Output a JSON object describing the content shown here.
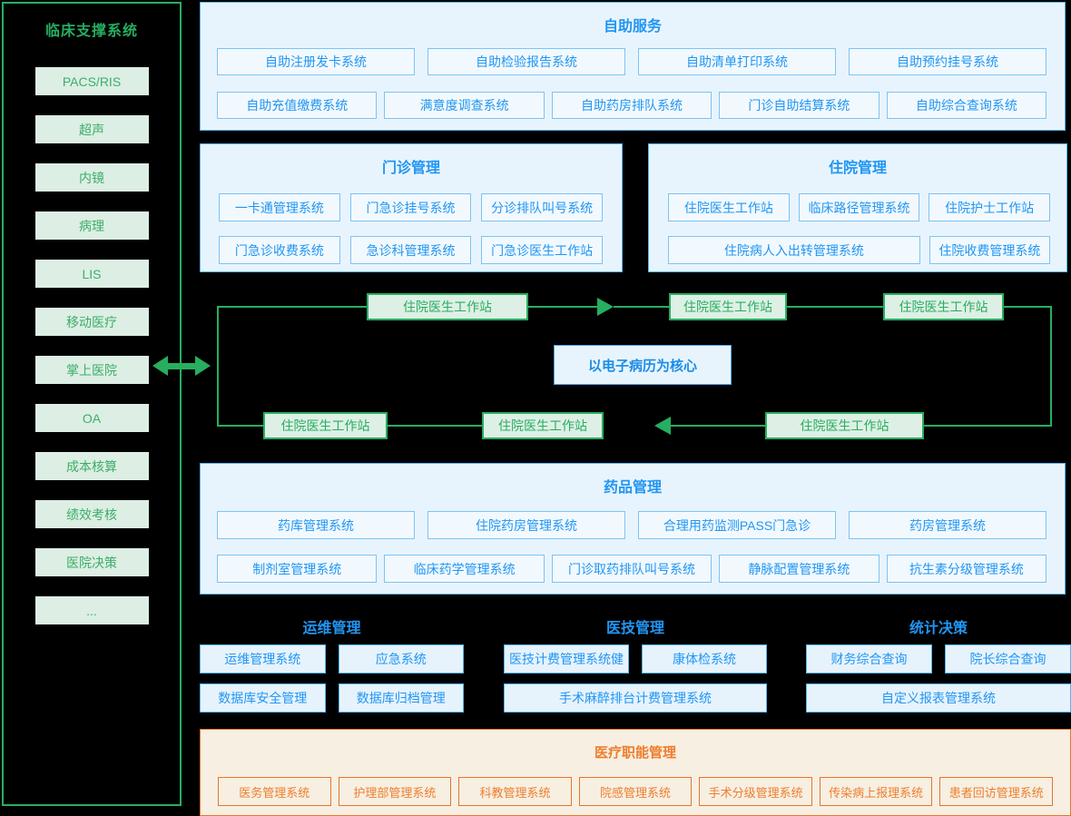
{
  "colors": {
    "background": "#000000",
    "green": "#27ae60",
    "green_box_bg": "#ddeee4",
    "blue": "#2196f3",
    "blue_section_bg": "#e8f4fd",
    "blue_section_border": "#57b5f2",
    "orange": "#ee7e2e",
    "orange_section_bg": "#f7efe1"
  },
  "sidebar": {
    "title": "临床支撑系统",
    "items": [
      "PACS/RIS",
      "超声",
      "内镜",
      "病理",
      "LIS",
      "移动医疗",
      "掌上医院",
      "OA",
      "成本核算",
      "绩效考核",
      "医院决策",
      "..."
    ]
  },
  "self_service": {
    "title": "自助服务",
    "row1": [
      "自助注册发卡系统",
      "自助检验报告系统",
      "自助清单打印系统",
      "自助预约挂号系统"
    ],
    "row2": [
      "自助充值缴费系统",
      "满意度调查系统",
      "自助药房排队系统",
      "门诊自助结算系统",
      "自助综合查询系统"
    ]
  },
  "outpatient": {
    "title": "门诊管理",
    "row1": [
      "一卡通管理系统",
      "门急诊挂号系统",
      "分诊排队叫号系统"
    ],
    "row2": [
      "门急诊收费系统",
      "急诊科管理系统",
      "门急诊医生工作站"
    ]
  },
  "inpatient": {
    "title": "住院管理",
    "row1": [
      "住院医生工作站",
      "临床路径管理系统",
      "住院护士工作站"
    ],
    "row2": [
      "住院病人入出转管理系统",
      "住院收费管理系统"
    ]
  },
  "emr_flow": {
    "center": "以电子病历为核心",
    "top_boxes": [
      "住院医生工作站",
      "住院医生工作站",
      "住院医生工作站"
    ],
    "bottom_boxes": [
      "住院医生工作站",
      "住院医生工作站",
      "住院医生工作站"
    ]
  },
  "pharmacy": {
    "title": "药品管理",
    "row1": [
      "药库管理系统",
      "住院药房管理系统",
      "合理用药监测PASS门急诊",
      "药房管理系统"
    ],
    "row2": [
      "制剂室管理系统",
      "临床药学管理系统",
      "门诊取药排队叫号系统",
      "静脉配置管理系统",
      "抗生素分级管理系统"
    ]
  },
  "ops": {
    "title": "运维管理",
    "row1": [
      "运维管理系统",
      "应急系统"
    ],
    "row2": [
      "数据库安全管理",
      "数据库归档管理"
    ]
  },
  "medtech": {
    "title": "医技管理",
    "row1": [
      "医技计费管理系统健",
      "康体检系统"
    ],
    "row2": [
      "手术麻醉排台计费管理系统"
    ]
  },
  "stats": {
    "title": "统计决策",
    "row1": [
      "财务综合查询",
      "院长综合查询"
    ],
    "row2": [
      "自定义报表管理系统"
    ]
  },
  "medical_admin": {
    "title": "医疗职能管理",
    "boxes": [
      "医务管理系统",
      "护理部管理系统",
      "科教管理系统",
      "院感管理系统",
      "手术分级管理系统",
      "传染病上报理系统",
      "患者回访管理系统"
    ]
  }
}
